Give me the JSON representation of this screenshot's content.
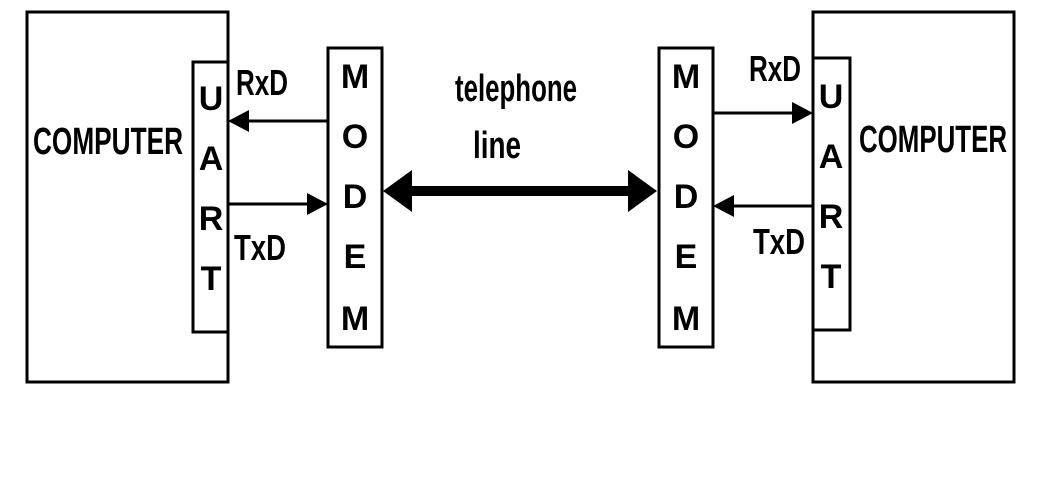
{
  "left_computer": {
    "label": "COMPUTER",
    "uart_letters": [
      "U",
      "A",
      "R",
      "T"
    ]
  },
  "right_computer": {
    "label": "COMPUTER",
    "uart_letters": [
      "U",
      "A",
      "R",
      "T"
    ]
  },
  "left_modem": {
    "letters": [
      "M",
      "O",
      "D",
      "E",
      "M"
    ]
  },
  "right_modem": {
    "letters": [
      "M",
      "O",
      "D",
      "E",
      "M"
    ]
  },
  "signals": {
    "left_rx": "RxD",
    "left_tx": "TxD",
    "right_rx": "RxD",
    "right_tx": "TxD"
  },
  "link": {
    "line1": "telephone",
    "line2": "line"
  },
  "colors": {
    "stroke": "#000000",
    "background": "#ffffff"
  }
}
